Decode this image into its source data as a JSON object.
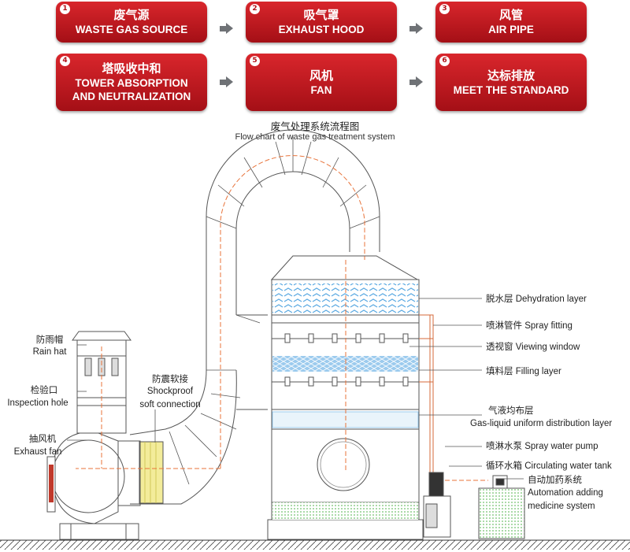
{
  "steps": [
    {
      "num": "1",
      "zh": "废气源",
      "en": "WASTE GAS SOURCE"
    },
    {
      "num": "2",
      "zh": "吸气罩",
      "en": "EXHAUST HOOD"
    },
    {
      "num": "3",
      "zh": "风管",
      "en": "AIR PIPE"
    },
    {
      "num": "4",
      "zh": "塔吸收中和",
      "en1": "TOWER ABSORPTION",
      "en2": "AND NEUTRALIZATION"
    },
    {
      "num": "5",
      "zh": "风机",
      "en": "FAN"
    },
    {
      "num": "6",
      "zh": "达标排放",
      "en": "MEET THE STANDARD"
    }
  ],
  "caption": {
    "zh": "废气处理系统流程图",
    "en": "Flow chart of waste gas treatment system"
  },
  "labels": {
    "rain_hat": {
      "zh": "防雨帽",
      "en": "Rain hat"
    },
    "inspection_hole": {
      "zh": "检验口",
      "en": "Inspection hole"
    },
    "exhaust_fan": {
      "zh": "抽风机",
      "en": "Exhaust fan"
    },
    "shockproof": {
      "zh": "防震软接",
      "en1": "Shockproof",
      "en2": "soft connection"
    },
    "dehydration": {
      "zh": "脱水层",
      "en": "Dehydration layer"
    },
    "spray_fitting": {
      "zh": "喷淋管件",
      "en": "Spray fitting"
    },
    "viewing_window": {
      "zh": "透视窗",
      "en": "Viewing window"
    },
    "filling_layer": {
      "zh": "填料层",
      "en": "Filling layer"
    },
    "gas_liquid": {
      "zh": "气液均布层",
      "en": "Gas-liquid uniform distribution layer"
    },
    "spray_pump": {
      "zh": "喷淋水泵",
      "en": "Spray water pump"
    },
    "water_tank": {
      "zh": "循环水箱",
      "en": "Circulating water tank"
    },
    "automation": {
      "zh": "自动加药系统",
      "en1": "Automation adding",
      "en2": "medicine system"
    }
  },
  "colors": {
    "step_red": "#c0161d",
    "arrow_gray": "#6f7276",
    "flow_orange": "#e8733a",
    "packing_blue": "#9fd0f0",
    "water_green": "#bfe3b4",
    "soft_yellow": "#f3ec9a"
  }
}
